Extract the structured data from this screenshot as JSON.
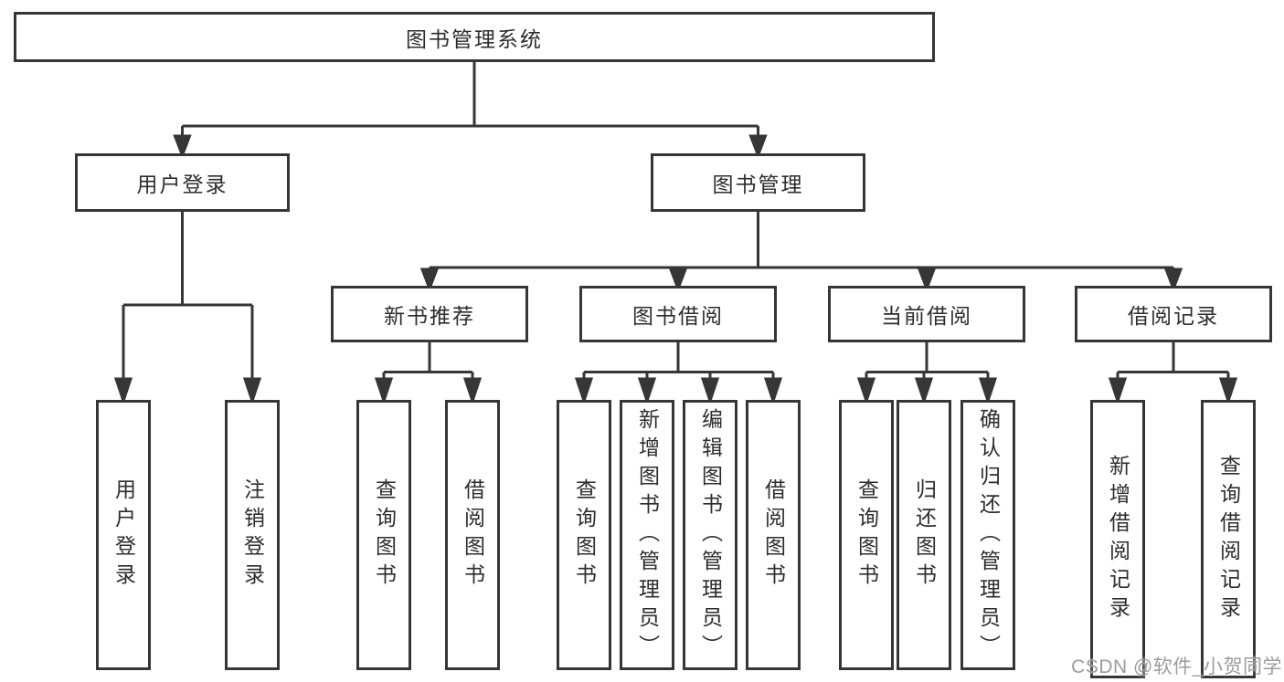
{
  "diagram": {
    "type": "hierarchy-tree",
    "background": "#ffffff",
    "colors": {
      "line": "#363636",
      "box_border": "#363636",
      "text": "#2d2d2d",
      "watermark": "#9c9c9c"
    }
  },
  "nodes": {
    "root": {
      "label": "图书管理系统"
    },
    "level2": [
      {
        "label": "用户登录"
      },
      {
        "label": "图书管理"
      }
    ],
    "level3": [
      {
        "label": "新书推荐"
      },
      {
        "label": "图书借阅"
      },
      {
        "label": "当前借阅"
      },
      {
        "label": "借阅记录"
      }
    ],
    "leaves": [
      {
        "label": "用户登录"
      },
      {
        "label": "注销登录"
      },
      {
        "label": "查询图书"
      },
      {
        "label": "借阅图书"
      },
      {
        "label": "查询图书"
      },
      {
        "label": "新增图书（管理员）"
      },
      {
        "label": "编辑图书（管理员）"
      },
      {
        "label": "借阅图书"
      },
      {
        "label": "查询图书"
      },
      {
        "label": "归还图书"
      },
      {
        "label": "确认归还（管理员）"
      },
      {
        "label": "新增借阅记录"
      },
      {
        "label": "查询借阅记录"
      }
    ]
  },
  "hierarchy": {
    "图书管理系统": {
      "用户登录": [
        "用户登录",
        "注销登录"
      ],
      "图书管理": {
        "新书推荐": [
          "查询图书",
          "借阅图书"
        ],
        "图书借阅": [
          "查询图书",
          "新增图书（管理员）",
          "编辑图书（管理员）",
          "借阅图书"
        ],
        "当前借阅": [
          "查询图书",
          "归还图书",
          "确认归还（管理员）"
        ],
        "借阅记录": [
          "新增借阅记录",
          "查询借阅记录"
        ]
      }
    }
  },
  "watermark": {
    "text": "CSDN @软件_小贺同学"
  }
}
